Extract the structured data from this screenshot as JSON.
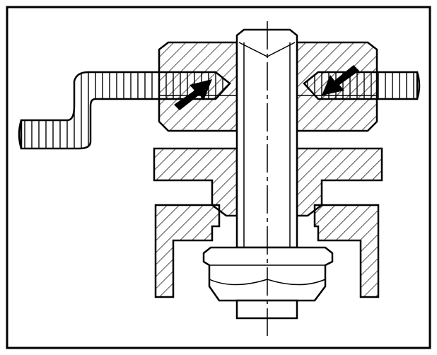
{
  "diagram": {
    "parts": [
      "frame",
      "bracket-rod",
      "bushing-top",
      "flange-middle",
      "lower-housing",
      "bolt-shaft",
      "nut",
      "center-line",
      "arrow-left",
      "arrow-right"
    ],
    "colors": {
      "stroke": "#000000",
      "fill": "#ffffff",
      "arrow": "#000000"
    }
  }
}
